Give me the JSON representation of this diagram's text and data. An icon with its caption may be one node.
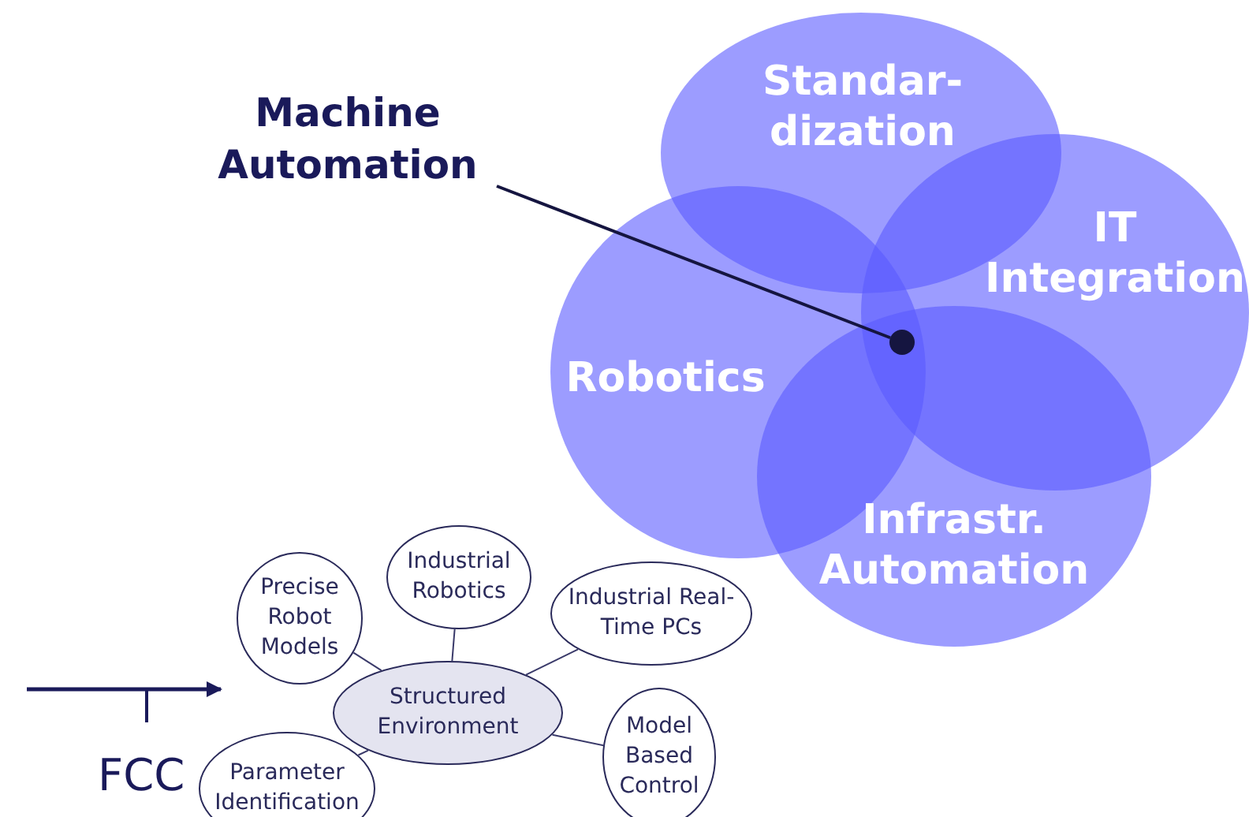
{
  "diagram": {
    "nodes": [
      {
        "text": [
          "Machine Automation"
        ]
      },
      {
        "text": [],
        "shape": "circle"
      },
      {
        "text": [
          "Standar- dization"
        ]
      },
      {
        "text": [
          "IT Integration"
        ]
      },
      {
        "text": [
          "Robotics"
        ]
      },
      {
        "text": [
          "Infrastr. Automation"
        ]
      },
      {
        "text": [
          "Structured Environment"
        ]
      },
      {
        "text": [
          "Precise Robot Models"
        ]
      },
      {
        "text": [
          "Industrial Robotics"
        ]
      },
      {
        "text": [
          "Industrial Real-Time PCs"
        ]
      },
      {
        "text": [
          "Model Based Control"
        ]
      },
      {
        "text": [
          "Parameter Identification"
        ]
      }
    ],
    "edges": [
      {
        "from": 0,
        "to": 1,
        "arrow": "none"
      },
      {
        "from": 6,
        "to": 7,
        "arrow": "none"
      },
      {
        "from": 6,
        "to": 8,
        "arrow": "none"
      },
      {
        "from": 6,
        "to": 9,
        "arrow": "none"
      },
      {
        "from": 6,
        "to": 10,
        "arrow": "none"
      },
      {
        "from": 6,
        "to": 11,
        "arrow": "none"
      }
    ],
    "labels": [
      "FCC"
    ]
  }
}
